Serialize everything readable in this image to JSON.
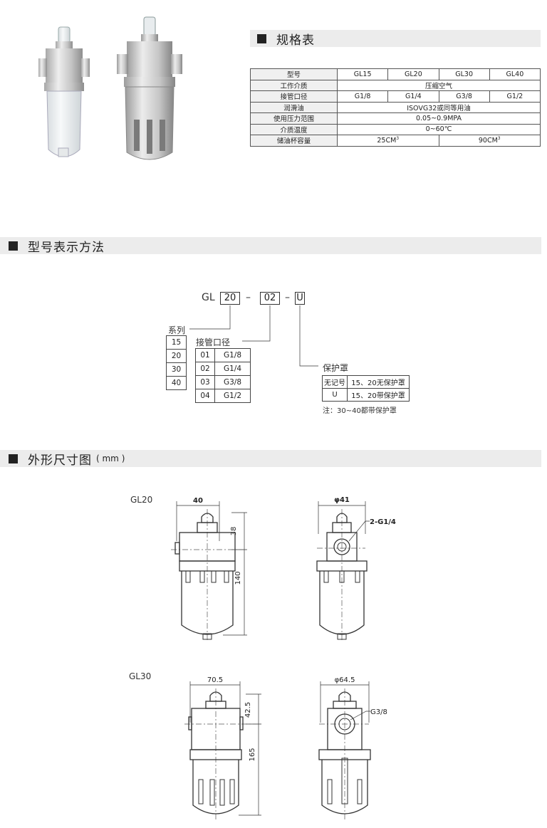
{
  "spec": {
    "title": "规格表",
    "rows": [
      {
        "label": "型号",
        "cells": [
          "GL15",
          "GL20",
          "GL30",
          "GL40"
        ]
      },
      {
        "label": "工作介质",
        "cells": [
          "压缩空气"
        ]
      },
      {
        "label": "接管口径",
        "cells": [
          "G1/8",
          "G1/4",
          "G3/8",
          "G1/2"
        ]
      },
      {
        "label": "润滑油",
        "cells": [
          "ISOVG32或同等用油"
        ]
      },
      {
        "label": "使用压力范围",
        "cells": [
          "0.05~0.9MPA"
        ]
      },
      {
        "label": "介质温度",
        "cells": [
          "0~60℃"
        ]
      },
      {
        "label": "储油杯容量",
        "cells": [
          "25CM",
          "90CM"
        ],
        "sup": "3"
      }
    ]
  },
  "model": {
    "title": "型号表示方法",
    "prefix": "GL",
    "box1": "20",
    "dash": "–",
    "box2": "02",
    "box3": "U",
    "series_label": "系列",
    "series": [
      "15",
      "20",
      "30",
      "40"
    ],
    "port_label": "接管口径",
    "ports": [
      {
        "code": "01",
        "size": "G1/8"
      },
      {
        "code": "02",
        "size": "G1/4"
      },
      {
        "code": "03",
        "size": "G3/8"
      },
      {
        "code": "04",
        "size": "G1/2"
      }
    ],
    "guard_label": "保护罩",
    "guards": [
      {
        "code": "无记号",
        "desc": "15、20无保护罩"
      },
      {
        "code": "U",
        "desc": "15、20带保护罩"
      }
    ],
    "note": "注：30~40都带保护罩"
  },
  "dims": {
    "title": "外形尺寸图",
    "unit": "( mm )",
    "gl20": {
      "name": "GL20",
      "width": "40",
      "top": "38",
      "height": "140",
      "diameter": "φ41",
      "port": "2-G1/4"
    },
    "gl30": {
      "name": "GL30",
      "width": "70.5",
      "top": "42.5",
      "height": "165",
      "diameter": "φ64.5",
      "port": "G3/8"
    }
  }
}
